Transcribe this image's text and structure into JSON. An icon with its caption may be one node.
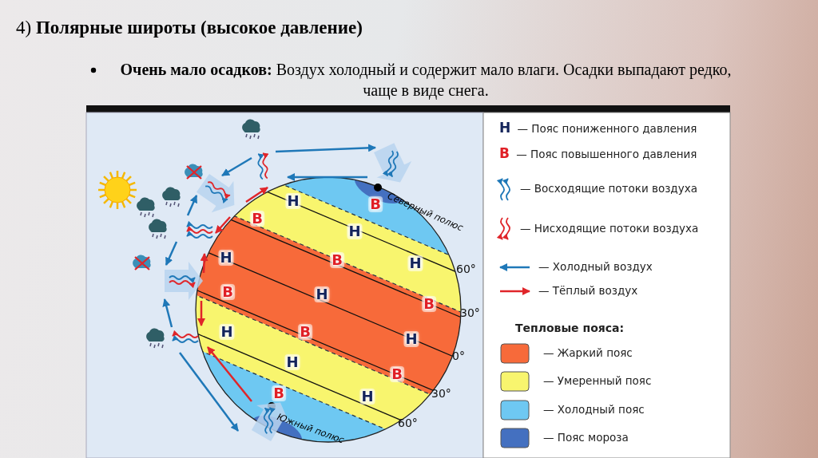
{
  "diagram": {
    "title": "4) **Полярные широты (высокое давление)**",
    "labels": [
      "**Очень мало осадков:** Воздух холодный и содержит мало влаги. Осадки выпадают редко, чаще в виде снега.",
      "Н",
      "В",
      "Северный полюс",
      "В",
      "Н",
      "Н",
      "В",
      "Н",
      "60°",
      "Н",
      "В",
      "В",
      "30°",
      "В",
      "Н",
      "Н",
      "0°",
      "Н",
      "В",
      "30°",
      "В",
      "Н",
      "60°",
      "Южный полюс",
      "Тепловые пояса:"
    ],
    "legend": [
      {
        "text": "**Н** — Пояс пониженного давления"
      },
      {
        "text": "**В** — Пояс повышенного давления"
      },
      {
        "text": "— Восходящие потоки воздуха"
      },
      {
        "text": "— Нисходящие потоки воздуха"
      },
      {
        "text": "— Холодный воздух"
      },
      {
        "text": "— Тёплый воздух"
      },
      {
        "text": "— Жаркий пояс",
        "color": "#f76a3a"
      },
      {
        "text": "— Умеренный пояс",
        "color": "#f8f56e"
      },
      {
        "text": "— Холодный пояс",
        "color": "#6ec8f2"
      },
      {
        "text": "— Пояс мороза",
        "color": "#4470c0"
      }
    ]
  }
}
